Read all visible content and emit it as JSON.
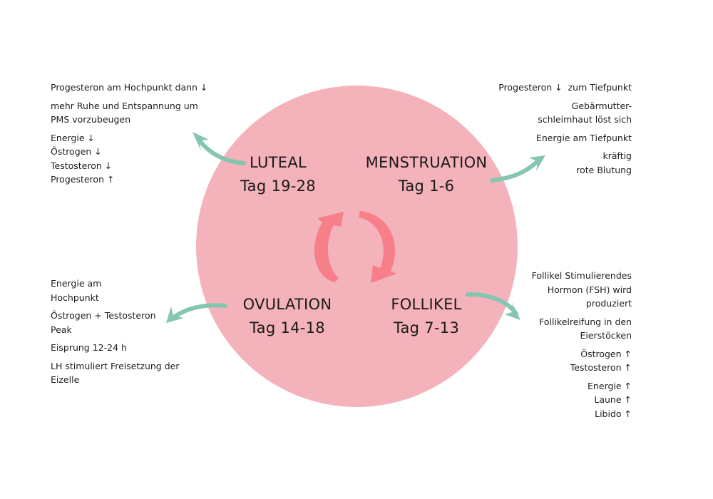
{
  "colors": {
    "circle": "#f4b2bb",
    "cycle_arrows": "#f77f8a",
    "pointer_arrows": "#86c5b0",
    "text": "#1e1e1e"
  },
  "phases": {
    "luteal": {
      "name": "LUTEAL",
      "days": "Tag 19-28"
    },
    "menstruation": {
      "name": "MENSTRUATION",
      "days": "Tag 1-6"
    },
    "ovulation": {
      "name": "OVULATION",
      "days": "Tag 14-18"
    },
    "follikel": {
      "name": "FOLLIKEL",
      "days": "Tag 7-13"
    }
  },
  "notes": {
    "luteal": [
      [
        "Progesteron am Hochpunkt dann ↓"
      ],
      [
        "mehr Ruhe und Entspannung um",
        "PMS vorzubeugen"
      ],
      [
        "Energie ↓",
        "Östrogen ↓",
        "Testosteron ↓",
        "Progesteron ↑"
      ]
    ],
    "menstruation": [
      [
        "Progesteron ↓  zum Tiefpunkt"
      ],
      [
        "Gebärmutter-",
        "schleimhaut löst sich"
      ],
      [
        "Energie am Tiefpunkt"
      ],
      [
        "kräftig",
        "rote Blutung"
      ]
    ],
    "ovulation": [
      [
        "Energie am",
        "Hochpunkt"
      ],
      [
        "Östrogen + Testosteron",
        "Peak"
      ],
      [
        "Eisprung 12-24 h"
      ],
      [
        "LH stimuliert Freisetzung der",
        "Eizelle"
      ]
    ],
    "follikel": [
      [
        "Follikel Stimulierendes",
        "Hormon (FSH) wird",
        "produziert"
      ],
      [
        "Follikelreifung in den",
        "Eierstöcken"
      ],
      [
        "Östrogen ↑",
        "Testosteron ↑"
      ],
      [
        "Energie ↑",
        "Laune ↑",
        "Libido ↑"
      ]
    ]
  },
  "icons": {
    "center": "cycle-arrows-icon",
    "pointers": [
      "arrow-to-luteal-notes",
      "arrow-to-menstruation-notes",
      "arrow-to-ovulation-notes",
      "arrow-to-follikel-notes"
    ]
  }
}
